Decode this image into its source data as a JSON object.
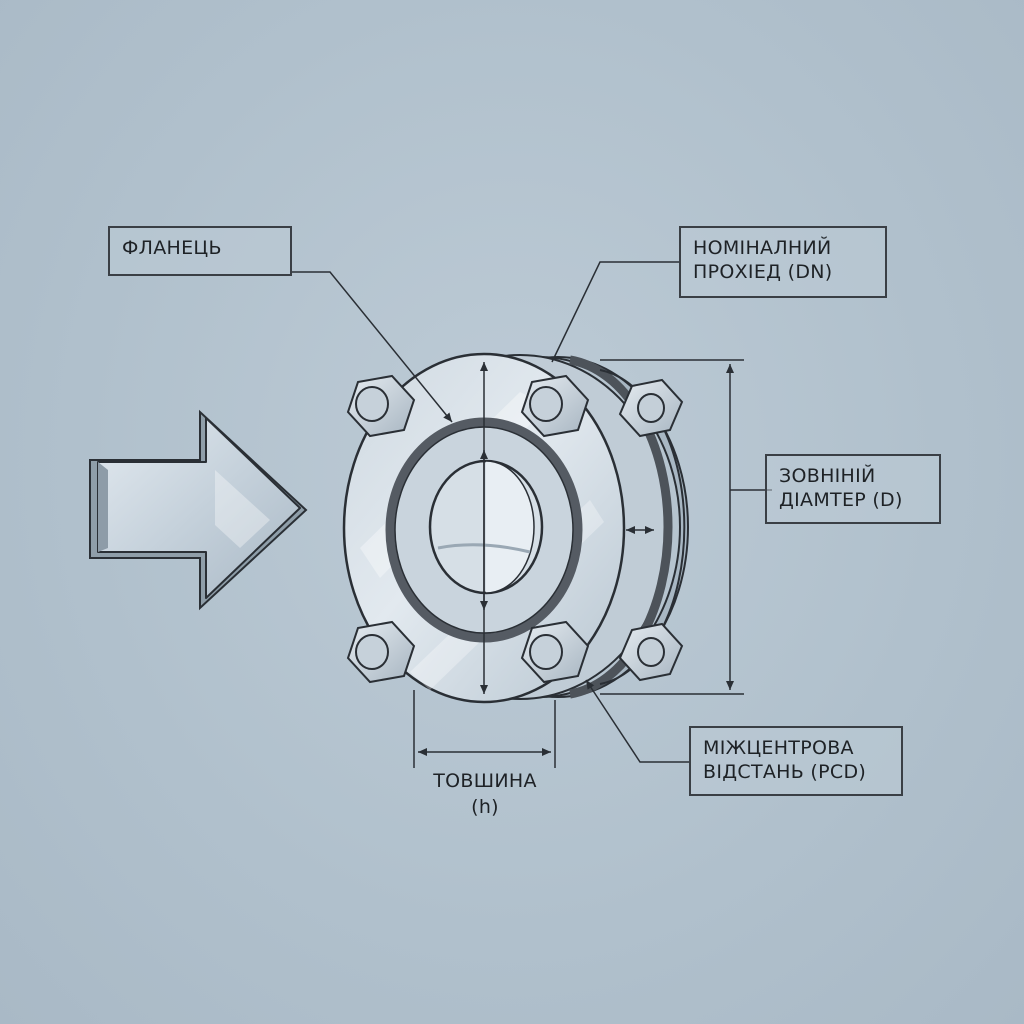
{
  "labels": {
    "flange": "ФЛАНЕЦЬ",
    "nominal_bore": {
      "line1": "НОМІНАЛНИЙ",
      "line2": "ПРОХІЕД (DN)"
    },
    "outer_diameter": {
      "line1": "ЗОВНІНІЙ",
      "line2": "ДІАМТЕР (D)"
    },
    "pcd": {
      "line1": "МІЖЦЕНТРОВА",
      "line2": "ВІДСТАНЬ (PCD)"
    },
    "thickness": {
      "line1": "ТОВШИНА",
      "line2": "(h)"
    }
  },
  "icons": {
    "flow_arrow": "flow-direction-arrow-icon",
    "bolt": "hex-bolt-icon"
  },
  "colors": {
    "background": "#b3c3cf",
    "line": "#2a2f35",
    "metal_light": "#d3dde5",
    "metal_mid": "#b4c2ce",
    "gasket": "#5a6068"
  }
}
